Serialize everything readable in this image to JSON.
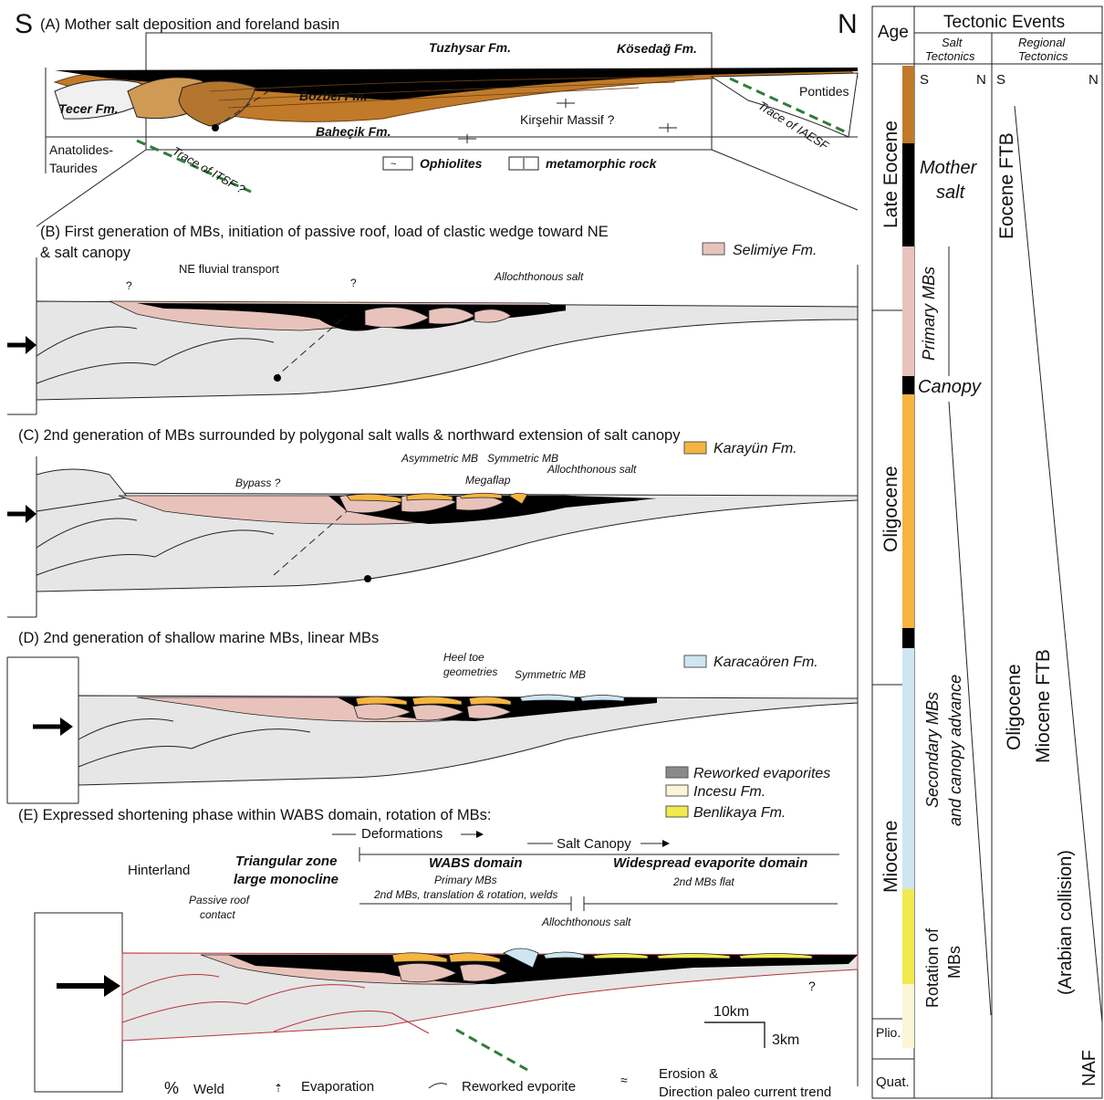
{
  "compass": {
    "south": "S",
    "north": "N"
  },
  "panel_a": {
    "title": "(A) Mother salt deposition and foreland basin",
    "labels": {
      "tuzhysar": "Tuzhysar Fm.",
      "kosedag": "Kösedağ Fm.",
      "bozbel": "Bozbel Fm.",
      "tecer": "Tecer Fm.",
      "pontides": "Pontides",
      "kirsehir": "Kirşehir Massif  ?",
      "bahecik": "Baheçik Fm.",
      "anatolides": "Anatolides-",
      "taurides": "Taurides",
      "itsf": "Trace of ITSF ?",
      "iaesf": "Trace of IAESF"
    },
    "legend": {
      "ophiolites": "Ophiolites",
      "metamorphic": "metamorphic rock"
    }
  },
  "panel_b": {
    "title_line1": "(B) First generation of MBs, initiation of passive roof,  load of clastic wedge toward NE",
    "title_line2": "& salt canopy",
    "legend": "Selimiye Fm.",
    "labels": {
      "fluvial": "NE fluvial transport",
      "allochthonous": "Allochthonous salt",
      "q1": "?",
      "q2": "?"
    }
  },
  "panel_c": {
    "title": "(C) 2nd generation of MBs surrounded by polygonal salt walls & northward extension of salt canopy",
    "legend": "Karayün Fm.",
    "labels": {
      "asymmetric": "Asymmetric MB",
      "symmetric": "Symmetric MB",
      "megaflap": "Megaflap",
      "allochthonous": "Allochthonous salt",
      "bypass": "Bypass ?"
    }
  },
  "panel_d": {
    "title": "(D) 2nd generation of shallow marine MBs, linear MBs",
    "legend": "Karacaören Fm.",
    "labels": {
      "heel1": "Heel toe",
      "heel2": "geometries",
      "symmetric": "Symmetric MB"
    }
  },
  "panel_e": {
    "title": "(E) Expressed shortening phase within WABS domain, rotation of MBs:",
    "legend": {
      "reworked": "Reworked evaporites",
      "incesu": "Incesu Fm.",
      "benlikaya": "Benlikaya Fm."
    },
    "labels": {
      "deformations": "Deformations",
      "salt_canopy": "Salt Canopy",
      "hinterland": "Hinterland",
      "triangular1": "Triangular zone",
      "triangular2": "large monocline",
      "wabs": "WABS domain",
      "widespread": "Widespread evaporite domain",
      "primary_mbs": "Primary MBs",
      "second_mbs": "2nd MBs, translation & rotation, welds",
      "flat_mbs": "2nd MBs flat",
      "passive1": "Passive roof",
      "passive2": "contact",
      "allochthonous": "Allochthonous salt",
      "q": "?"
    },
    "scale": {
      "horizontal": "10km",
      "vertical": "3km"
    }
  },
  "bottom_legend": {
    "weld": "Weld",
    "evaporation": "Evaporation",
    "reworked": "Reworked evporite",
    "erosion1": "Erosion &",
    "erosion2": "Direction paleo current trend"
  },
  "column": {
    "age_header": "Age",
    "tectonic_header": "Tectonic Events",
    "salt_header1": "Salt",
    "salt_header2": "Tectonics",
    "regional_header1": "Regional",
    "regional_header2": "Tectonics",
    "s1": "S",
    "n1": "N",
    "s2": "S",
    "n2": "N",
    "ages": {
      "late_eocene": "Late Eocene",
      "oligocene": "Oligocene",
      "miocene": "Miocene",
      "plio": "Plio.",
      "quat": "Quat."
    },
    "salt_events": {
      "mother1": "Mother",
      "mother2": "salt",
      "primary": "Primary MBs",
      "canopy": "Canopy",
      "secondary1": "Secondary  MBs",
      "secondary2": "and canopy advance",
      "rotation1": "Rotation of",
      "rotation2": "MBs"
    },
    "regional_events": {
      "eocene_ftb": "Eocene  FTB",
      "olig1": "Oligocene",
      "olig2": "Miocene  FTB",
      "arabian": "(Arabian collision)",
      "naf": "NAF"
    }
  },
  "colors": {
    "salt": "#000000",
    "basement": "#e6e6e6",
    "selimiye": "#e8c3bb",
    "karayun": "#f5b53f",
    "karacaoren": "#cde6f2",
    "incesu": "#fbf5d6",
    "benlikaya": "#f1ea4f",
    "reworked": "#8a8a8a",
    "mother_brown": "#c07a2a",
    "fault_red": "#b8323c",
    "trace_green": "#2f7d3a"
  }
}
